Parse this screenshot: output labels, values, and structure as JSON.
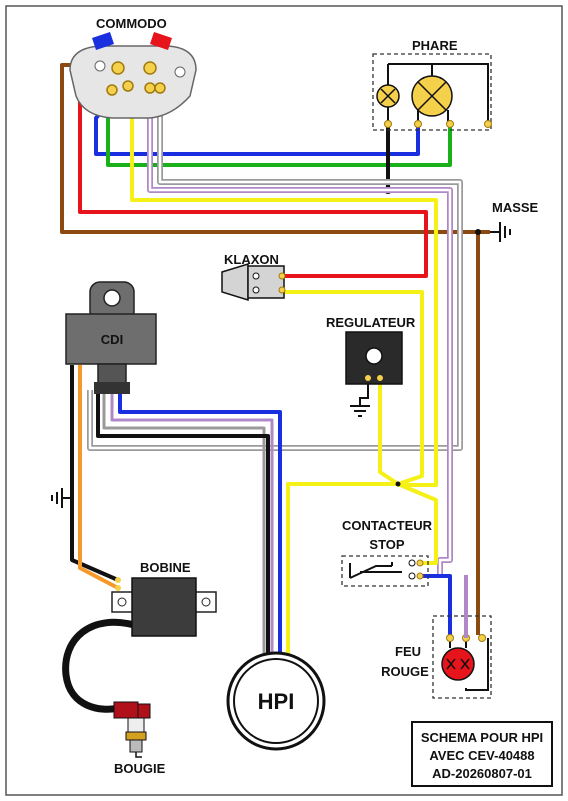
{
  "labels": {
    "commodo": "COMMODO",
    "phare": "PHARE",
    "masse": "MASSE",
    "klaxon": "KLAXON",
    "cdi": "CDI",
    "regulateur": "REGULATEUR",
    "contacteur_line1": "CONTACTEUR",
    "contacteur_line2": "STOP",
    "bobine": "BOBINE",
    "feu_line1": "FEU",
    "feu_line2": "ROUGE",
    "hpi": "HPI",
    "bougie": "BOUGIE"
  },
  "title_box": {
    "line1": "SCHEMA POUR HPI",
    "line2": "AVEC CEV-40488",
    "line3": "AD-20260807-01"
  },
  "colors": {
    "red": "#e8141b",
    "blue": "#1a2fe0",
    "green": "#1ab01a",
    "yellow": "#f5f016",
    "brown": "#8b4a12",
    "black": "#111111",
    "orange": "#f59a2a",
    "violet": "#b088c8",
    "grey_wire": "#9a9a9a"
  }
}
